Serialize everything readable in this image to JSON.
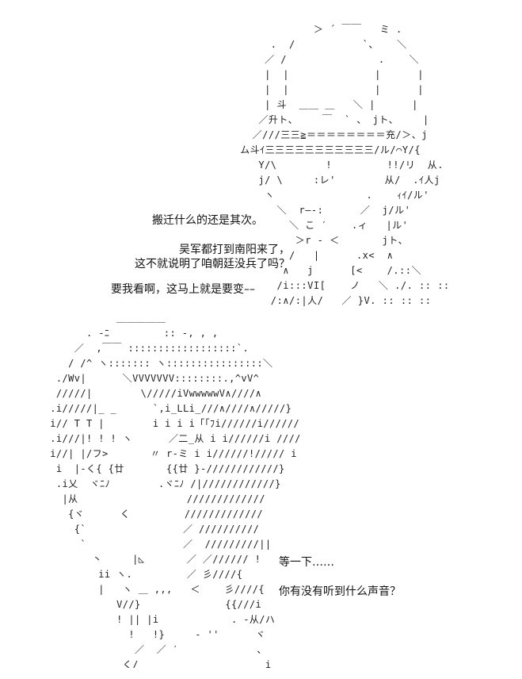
{
  "art": {
    "top_lines": [
      "               ＞ ´ ￣￣   ミ .",
      "        .  /           `、   ＼",
      "       ／ /               .    ＼",
      "       |  |              |      |",
      "       |  |              |      |",
      "       | 斗  ＿＿ ＿   ＼ |      |",
      "      ／升ト、    ￣  ` 、 jト、    |",
      "     ／///三三≧＝＝＝＝＝＝＝＝充/＞、j",
      "   ム斗ｲ三三三三三三三三三三三/ル/⌒Y/{",
      "      Y/\\        !         !!/リ  从.",
      "      j/ \\     :レ'        从/  .ｲ人j",
      "       ヽ               .    ｨｲ/ル'",
      "         ＼  r―‐:      ／  j/ル'",
      "           ＼ こ ′    .ィ   |ル'",
      "            ＞r - ＜       jト、",
      "           /   |      .x<  ∧",
      "          ∧   j      [<    /.::＼",
      "         /i:::VI[    ノ   ＼ ./. :: ::",
      "        /:∧/:|人/   ／ }V. :: :: ::"
    ],
    "bottom_lines": [
      "             ＿＿＿＿＿",
      "        . -ﾆ         :: -, , ,",
      "      ／  ,￣￣ ::::::::::::::::::`.",
      "     / /^ ヽ::::::: ヽ::::::::::::::::＼",
      "   ./Wv|      ＼VVVVVVV::::::::.,^vV^",
      "   /////|        \\/////iVwwwwwV∧////∧",
      "  .i/////|_ _      `,i_LLi_///∧////∧/////}",
      "  i// T T |        i i i i「「ﾌi//////i//////}",
      "  .i///|! ! ! ヽ      ／二_从 i i//////i /////!",
      "  i//| |/フ>       〃 r-ミ i i//////!///// i",
      "   i  |-く{ {廿       {{廿 }-////////////}",
      "   .i乂  ヾﾆﾉ        .ヾﾆﾉ /|////////////}",
      "    |从                  /////////////",
      "     {ヾ      く         /////////////",
      "      {`                ／ //////////",
      "       `                ／  /////////||",
      "         丶     |◺       ／ ／////// !",
      "          ii ヽ.         ／ 彡////{",
      "          |   ヽ ＿ ,,,   ＜    彡////{",
      "             V//}              {{///i",
      "             ! || |i            . -从/ハ",
      "               !   !}     - ''      ヾ",
      "                ／  ／ ′             、",
      "             _く/                     i"
    ]
  },
  "dialogue": {
    "line1": "搬迁什么的还是其次。",
    "line2": "吴军都打到南阳来了，",
    "line3": "这不就说明了咱朝廷没兵了吗？",
    "line4": "要我看啊，这马上就是要变––",
    "line5": "等一下……",
    "line6": "你有没有听到什么声音？"
  }
}
